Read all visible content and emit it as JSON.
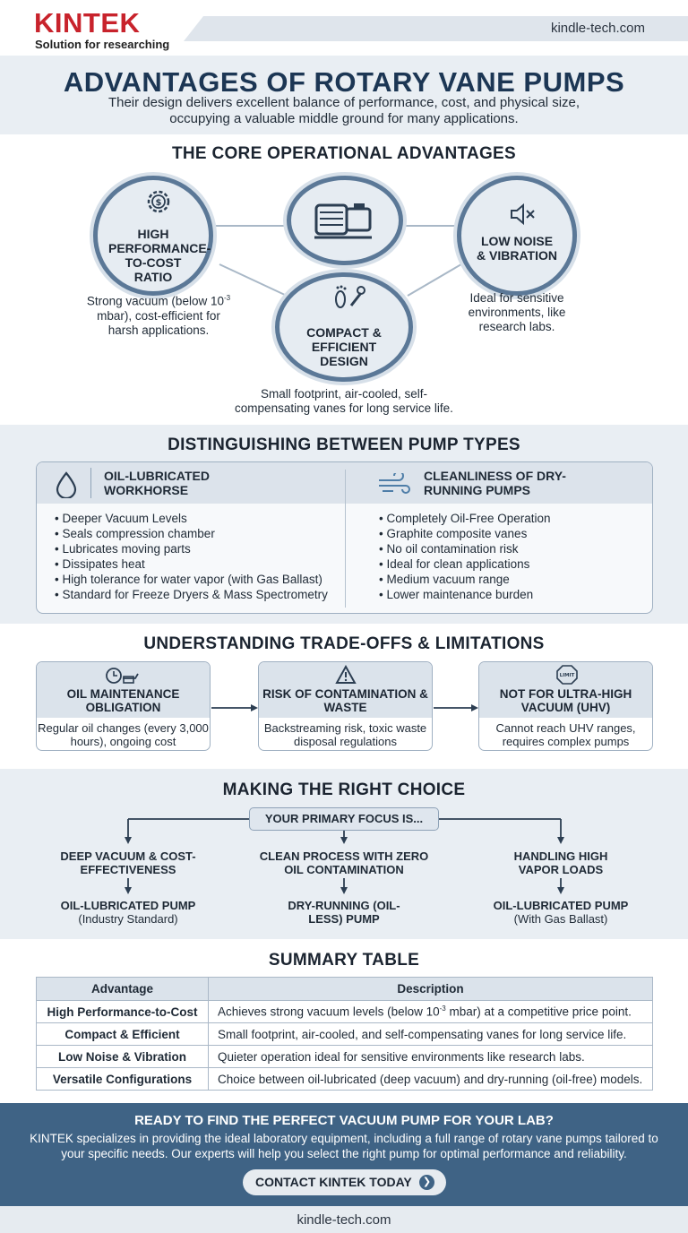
{
  "header": {
    "logo": "KINTEK",
    "tagline": "Solution for researching",
    "site": "kindle-tech.com"
  },
  "title": {
    "main": "ADVANTAGES OF ROTARY VANE PUMPS",
    "subtitle": "Their design delivers excellent balance of performance, cost, and physical size, occupying a valuable middle ground for many applications."
  },
  "core": {
    "title": "THE CORE OPERATIONAL ADVANTAGES",
    "cost": {
      "label": "HIGH PERFORMANCE-TO-COST RATIO",
      "desc_pre": "Strong vacuum (below 10",
      "desc_sup": "-3",
      "desc_post": " mbar), cost-efficient for harsh applications."
    },
    "compact": {
      "label": "COMPACT & EFFICIENT DESIGN",
      "desc": "Small footprint, air-cooled, self-compensating vanes for long service life."
    },
    "noise": {
      "label": "LOW NOISE & VIBRATION",
      "desc": "Ideal for sensitive environments, like research labs."
    }
  },
  "types": {
    "title": "DISTINGUISHING BETWEEN PUMP TYPES",
    "oil": {
      "label": "OIL-LUBRICATED WORKHORSE",
      "items": [
        "Deeper Vacuum Levels",
        "Seals compression chamber",
        "Lubricates moving parts",
        "Dissipates heat",
        "High tolerance for water vapor (with Gas Ballast)",
        "Standard for Freeze Dryers & Mass Spectrometry"
      ]
    },
    "dry": {
      "label": "CLEANLINESS OF DRY-RUNNING PUMPS",
      "items": [
        "Completely Oil-Free Operation",
        "Graphite composite vanes",
        "No oil contamination risk",
        "Ideal for clean applications",
        "Medium vacuum range",
        "Lower maintenance burden"
      ]
    }
  },
  "tradeoffs": {
    "title": "UNDERSTANDING TRADE-OFFS & LIMITATIONS",
    "boxes": [
      {
        "label": "OIL MAINTENANCE OBLIGATION",
        "desc": "Regular oil changes (every 3,000 hours), ongoing cost"
      },
      {
        "label": "RISK OF CONTAMINATION & WASTE",
        "desc": "Backstreaming risk, toxic waste disposal regulations"
      },
      {
        "label": "NOT FOR ULTRA-HIGH VACUUM (UHV)",
        "desc": "Cannot reach UHV ranges, requires complex pumps"
      }
    ],
    "limit_text": "LIMIT"
  },
  "choice": {
    "title": "MAKING THE RIGHT CHOICE",
    "focus": "YOUR PRIMARY FOCUS IS...",
    "options": [
      {
        "need": "DEEP VACUUM & COST-EFFECTIVENESS",
        "pump": "OIL-LUBRICATED PUMP",
        "note": "(Industry Standard)"
      },
      {
        "need": "CLEAN PROCESS WITH ZERO OIL CONTAMINATION",
        "pump": "DRY-RUNNING (OIL-LESS) PUMP",
        "note": ""
      },
      {
        "need": "HANDLING HIGH VAPOR LOADS",
        "pump": "OIL-LUBRICATED PUMP",
        "note": "(With Gas Ballast)"
      }
    ]
  },
  "summary": {
    "title": "SUMMARY TABLE",
    "headers": [
      "Advantage",
      "Description"
    ],
    "rows": [
      {
        "a": "High Performance-to-Cost",
        "d_pre": "Achieves strong vacuum levels (below 10",
        "d_sup": "-3",
        "d_post": " mbar) at a competitive price point."
      },
      {
        "a": "Compact & Efficient",
        "d_pre": "Small footprint, air-cooled, and self-compensating vanes for long service life.",
        "d_sup": "",
        "d_post": ""
      },
      {
        "a": "Low Noise & Vibration",
        "d_pre": "Quieter operation ideal for sensitive environments like research labs.",
        "d_sup": "",
        "d_post": ""
      },
      {
        "a": "Versatile Configurations",
        "d_pre": "Choice between oil-lubricated (deep vacuum) and dry-running (oil-free) models.",
        "d_sup": "",
        "d_post": ""
      }
    ]
  },
  "cta": {
    "title": "READY TO FIND THE PERFECT VACUUM PUMP FOR YOUR LAB?",
    "text": "KINTEK specializes in providing the ideal laboratory equipment, including a full range of rotary vane pumps tailored to your specific needs. Our experts will help you select the right pump for optimal performance and reliability.",
    "button": "CONTACT KINTEK TODAY"
  },
  "footer": {
    "site": "kindle-tech.com"
  },
  "colors": {
    "accent": "#c8232c",
    "navy": "#1c3654",
    "steel": "#5b7897",
    "band": "#e9eef3",
    "cta": "#3f6385"
  }
}
